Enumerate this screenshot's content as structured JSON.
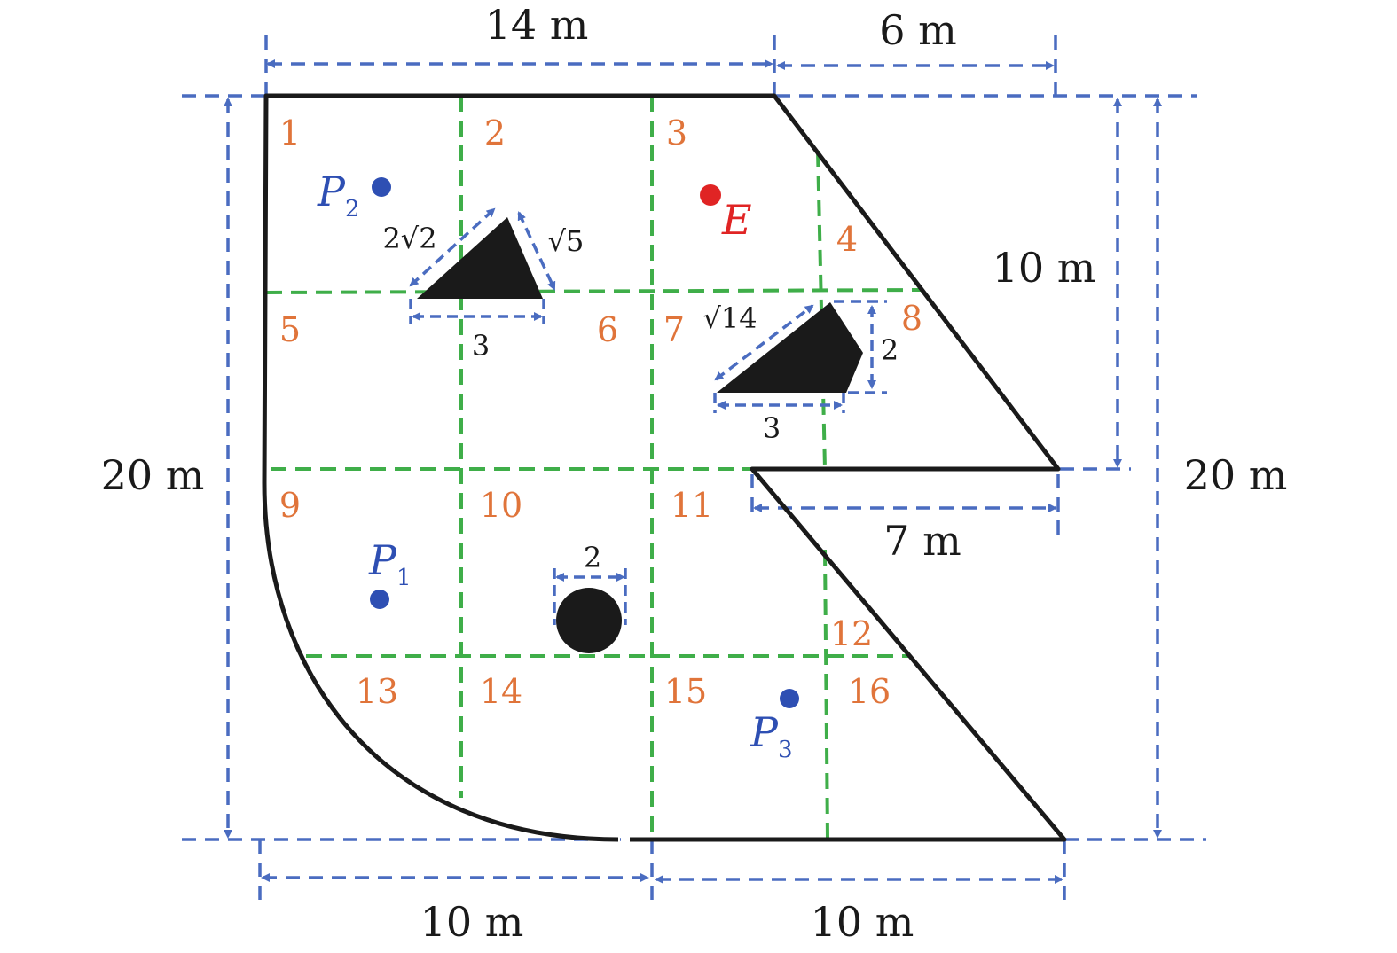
{
  "colors": {
    "boundary": "#1a1a1a",
    "obstacle": "#1a1a1a",
    "dimension": "#4a6cc0",
    "grid": "#3fae49",
    "region_label": "#e0743a",
    "pursuer": "#2e4fb3",
    "evader": "#e02424",
    "text": "#1a1a1a"
  },
  "dimensions": {
    "top_left": "14 m",
    "top_right": "6 m",
    "left": "20 m",
    "right": "20 m",
    "right_upper": "10 m",
    "notch": "7 m",
    "bottom_left": "10 m",
    "bottom_right": "10 m"
  },
  "obstacles": {
    "triangle": {
      "side_left": "2√2",
      "side_right": "√5",
      "base": "3"
    },
    "quad": {
      "side_diag": "√14",
      "height": "2",
      "base": "3"
    },
    "circle": {
      "diameter": "2"
    }
  },
  "regions": [
    "1",
    "2",
    "3",
    "4",
    "5",
    "6",
    "7",
    "8",
    "9",
    "10",
    "11",
    "12",
    "13",
    "14",
    "15",
    "16"
  ],
  "points": {
    "p1": {
      "letter": "P",
      "sub": "1"
    },
    "p2": {
      "letter": "P",
      "sub": "2"
    },
    "p3": {
      "letter": "P",
      "sub": "3"
    },
    "e": {
      "letter": "E"
    }
  }
}
